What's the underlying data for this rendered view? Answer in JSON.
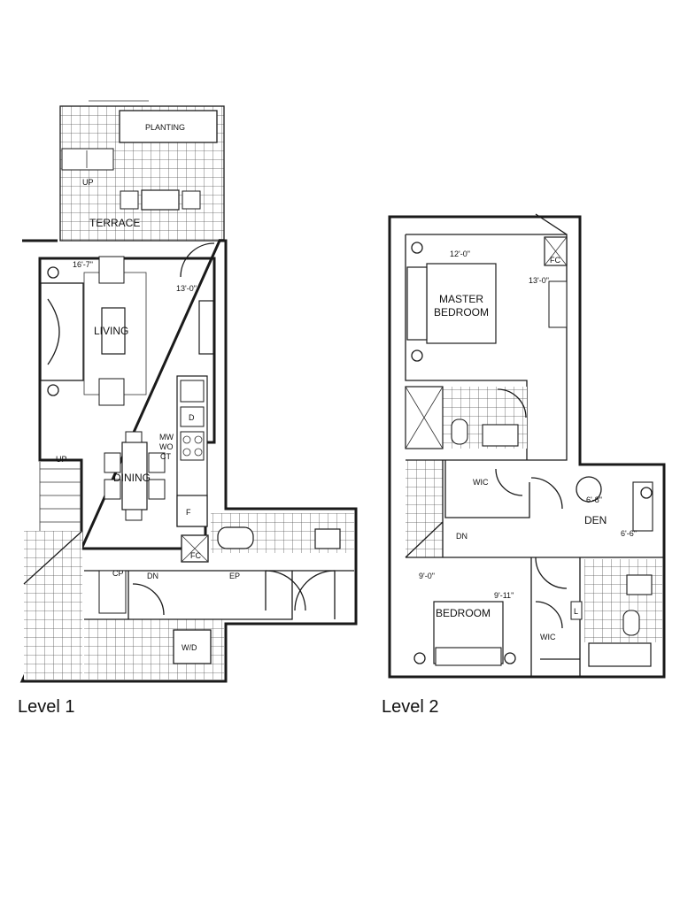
{
  "labels": {
    "planting": "PLANTING",
    "terrace": "TERRACE",
    "up_terrace": "UP",
    "living": "LIVING",
    "dining": "DINING",
    "dim_living_w": "16'-7\"",
    "dim_living_l": "13'-0\"",
    "d": "D",
    "mw": "MW",
    "wo": "WO",
    "ct": "CT",
    "f": "F",
    "fc1": "FC",
    "up_stair": "UP",
    "cp": "CP",
    "dn1": "DN",
    "ep": "EP",
    "wd": "W/D",
    "master_1": "MASTER",
    "master_2": "BEDROOM",
    "dim_master_w": "12'-0\"",
    "dim_master_l": "13'-0\"",
    "fc2": "FC",
    "wic1": "WIC",
    "den": "DEN",
    "dim_den_1": "6'-8\"",
    "dim_den_2": "6'-6\"",
    "dn2": "DN",
    "bedroom": "BEDROOM",
    "dim_bed_w": "9'-0\"",
    "dim_bed_l": "9'-11\"",
    "wic2": "WIC",
    "l": "L"
  },
  "levels": {
    "level1": "Level 1",
    "level2": "Level 2"
  }
}
